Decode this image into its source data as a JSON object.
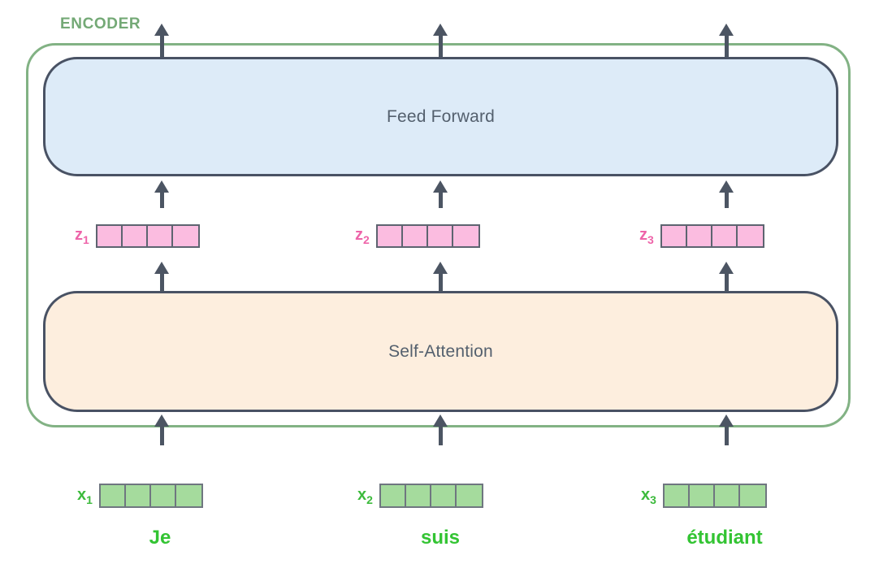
{
  "encoder": {
    "label": "ENCODER"
  },
  "blocks": {
    "feed_forward": "Feed Forward",
    "self_attention": "Self-Attention"
  },
  "z_vectors": [
    {
      "base": "z",
      "sub": "1",
      "cells": 4
    },
    {
      "base": "z",
      "sub": "2",
      "cells": 4
    },
    {
      "base": "z",
      "sub": "3",
      "cells": 4
    }
  ],
  "x_vectors": [
    {
      "base": "x",
      "sub": "1",
      "cells": 4
    },
    {
      "base": "x",
      "sub": "2",
      "cells": 4
    },
    {
      "base": "x",
      "sub": "3",
      "cells": 4
    }
  ],
  "words": [
    "Je",
    "suis",
    "étudiant"
  ],
  "colors": {
    "encoder_border": "#82b284",
    "encoder_label": "#74a976",
    "block_border": "#495264",
    "feed_forward_fill": "#ddebf8",
    "self_attention_fill": "#fdeede",
    "block_label": "#54606e",
    "arrow": "#4c5563",
    "z_cell_fill": "#fbbce0",
    "z_label": "#ee64a9",
    "x_cell_fill": "#a5db9d",
    "x_label": "#3cba3c",
    "word": "#33c433",
    "cell_border_z": "#5d6470",
    "cell_border_x": "#6f7680"
  }
}
